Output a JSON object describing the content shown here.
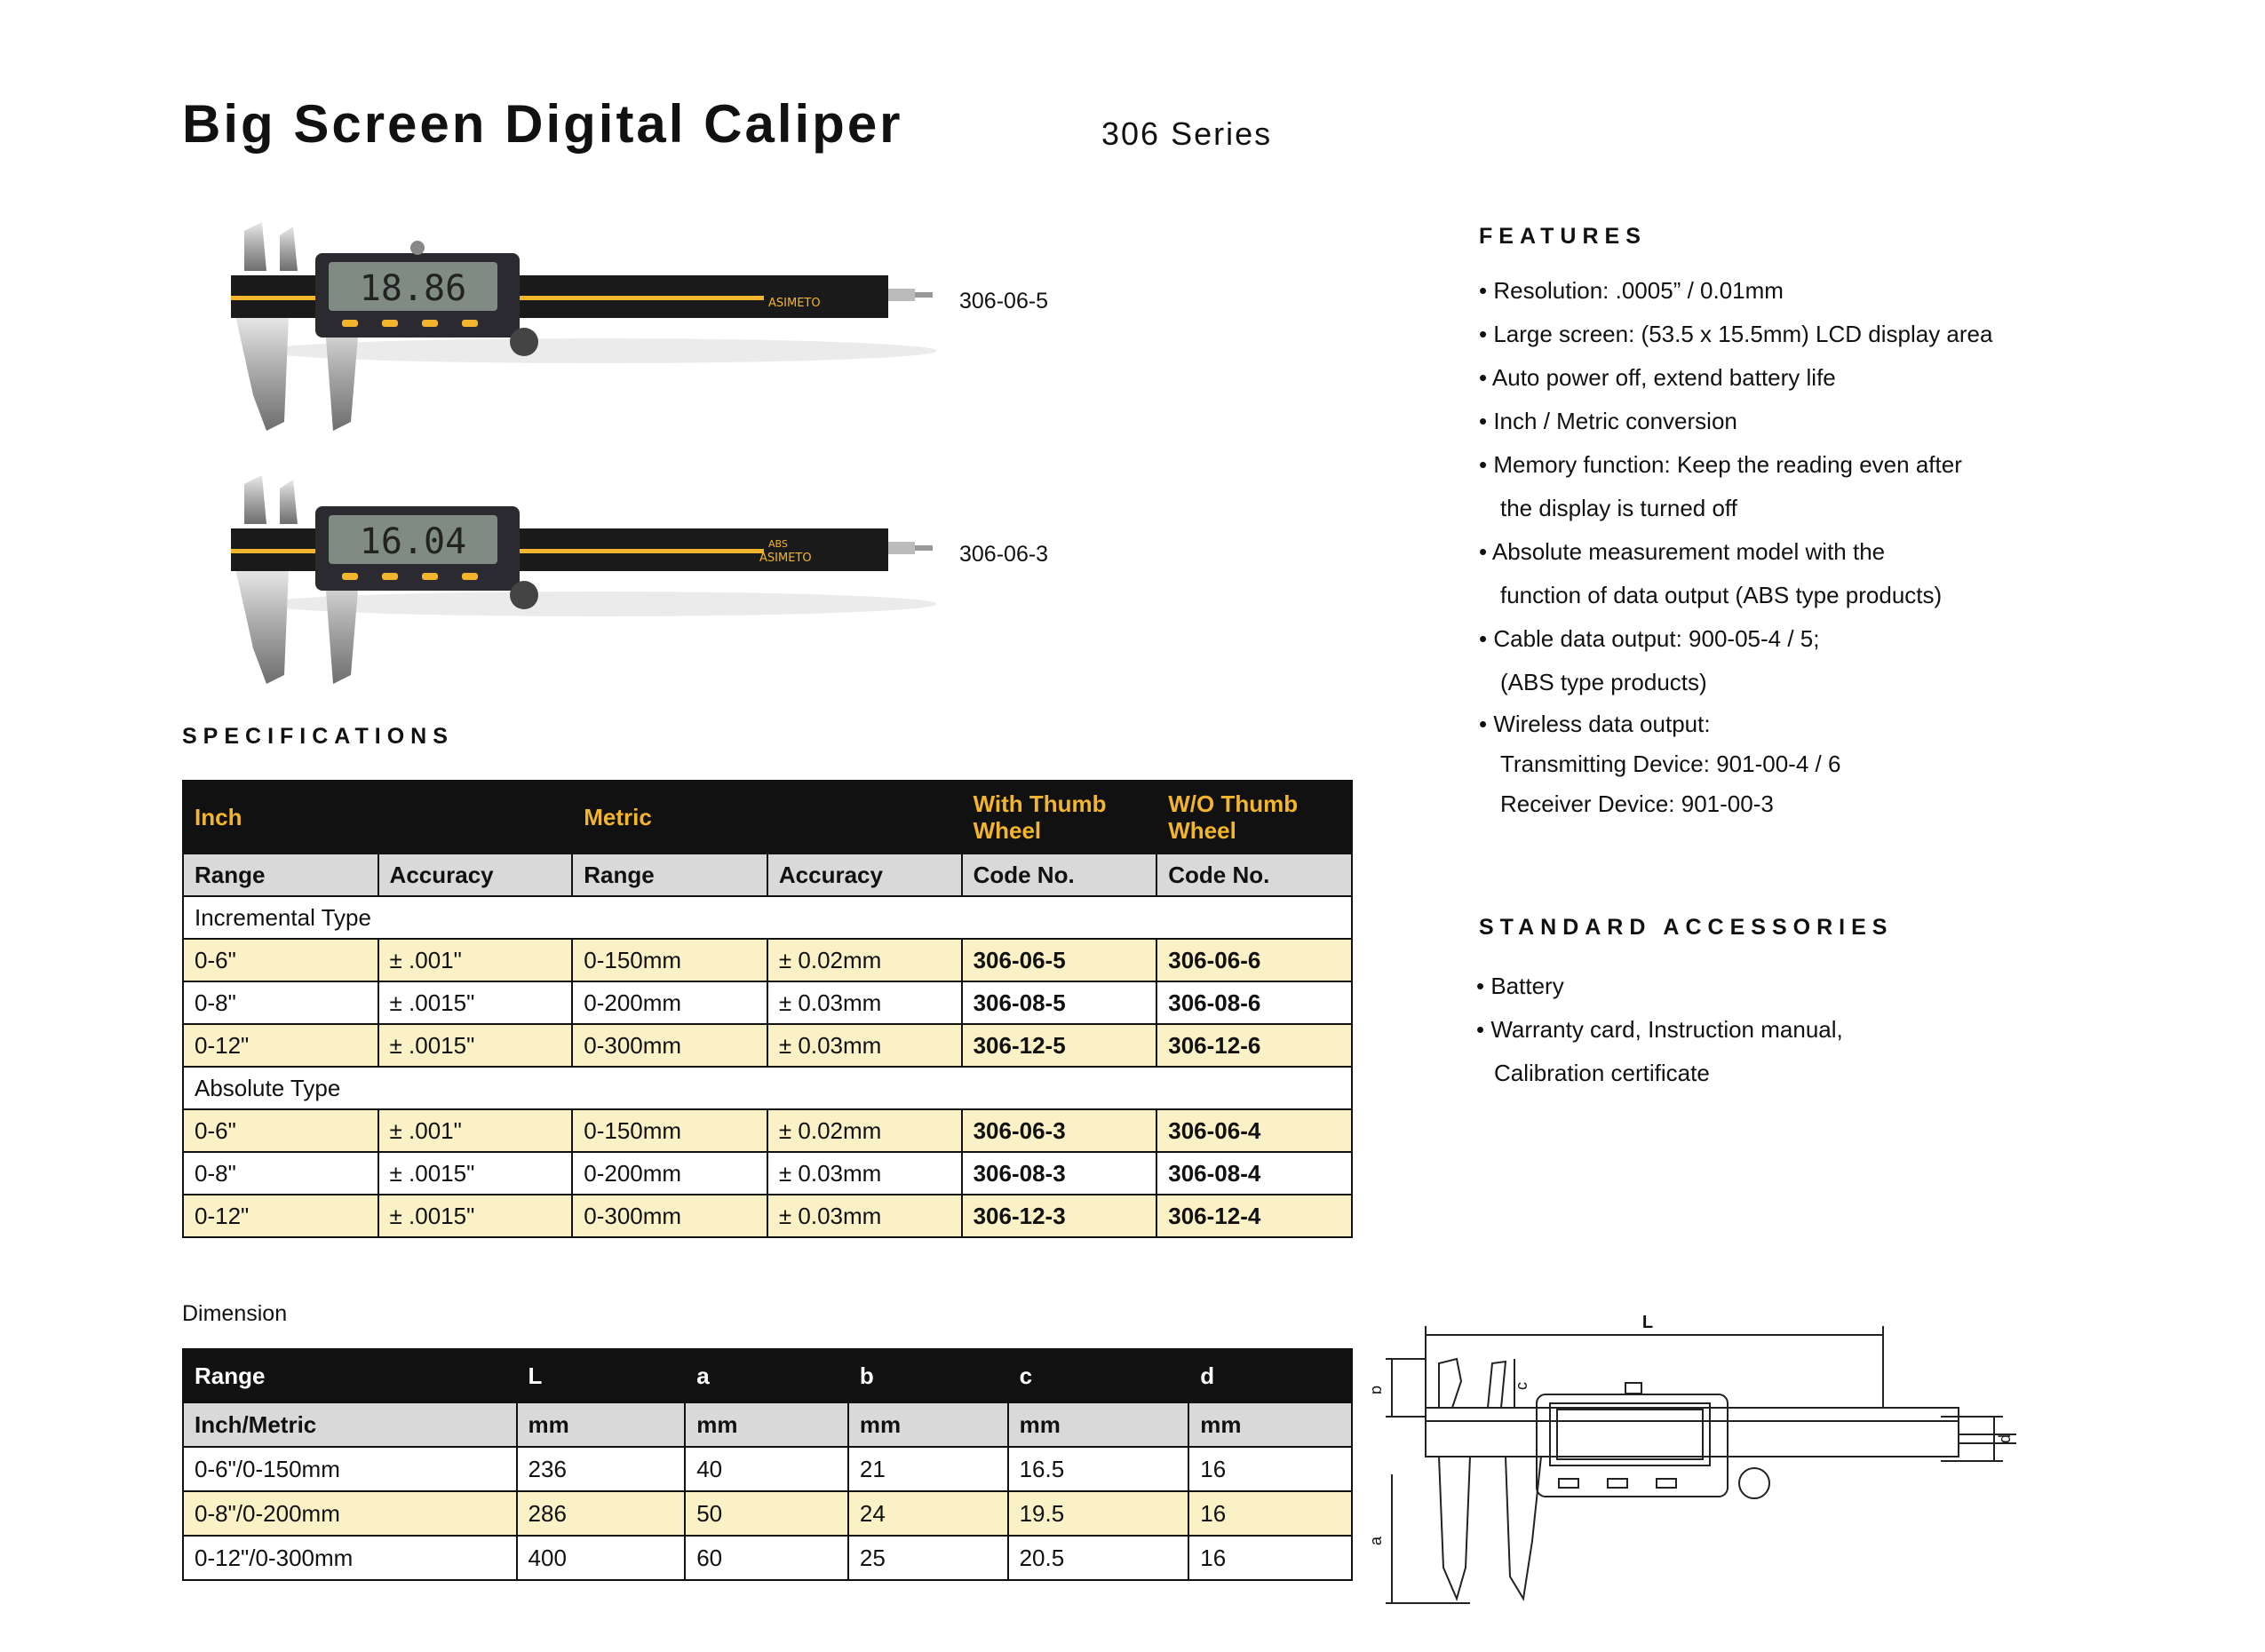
{
  "header": {
    "title": "Big Screen Digital Caliper",
    "series": "306 Series"
  },
  "product_images": [
    {
      "code": "306-06-5",
      "display_reading": "18.86",
      "brand": "ASIMETO"
    },
    {
      "code": "306-06-3",
      "display_reading": "16.04",
      "brand": "ASIMETO",
      "badge": "ABS"
    }
  ],
  "specifications": {
    "heading": "SPECIFICATIONS",
    "group_headers": [
      "Inch",
      "Metric",
      "With Thumb Wheel",
      "W/O Thumb Wheel"
    ],
    "columns": [
      "Range",
      "Accuracy",
      "Range",
      "Accuracy",
      "Code No.",
      "Code No."
    ],
    "groups": [
      {
        "name": "Incremental Type",
        "rows": [
          [
            "0-6\"",
            "± .001\"",
            "0-150mm",
            "± 0.02mm",
            "306-06-5",
            "306-06-6"
          ],
          [
            "0-8\"",
            "± .0015\"",
            "0-200mm",
            "± 0.03mm",
            "306-08-5",
            "306-08-6"
          ],
          [
            "0-12\"",
            "± .0015\"",
            "0-300mm",
            "± 0.03mm",
            "306-12-5",
            "306-12-6"
          ]
        ]
      },
      {
        "name": "Absolute Type",
        "rows": [
          [
            "0-6\"",
            "± .001\"",
            "0-150mm",
            "± 0.02mm",
            "306-06-3",
            "306-06-4"
          ],
          [
            "0-8\"",
            "± .0015\"",
            "0-200mm",
            "± 0.03mm",
            "306-08-3",
            "306-08-4"
          ],
          [
            "0-12\"",
            "± .0015\"",
            "0-300mm",
            "± 0.03mm",
            "306-12-3",
            "306-12-4"
          ]
        ]
      }
    ]
  },
  "dimension": {
    "label": "Dimension",
    "header": [
      "Range",
      "L",
      "a",
      "b",
      "c",
      "d"
    ],
    "units": [
      "Inch/Metric",
      "mm",
      "mm",
      "mm",
      "mm",
      "mm"
    ],
    "rows": [
      [
        "0-6\"/0-150mm",
        "236",
        "40",
        "21",
        "16.5",
        "16"
      ],
      [
        "0-8\"/0-200mm",
        "286",
        "50",
        "24",
        "19.5",
        "16"
      ],
      [
        "0-12\"/0-300mm",
        "400",
        "60",
        "25",
        "20.5",
        "16"
      ]
    ],
    "diagram_labels": {
      "L": "L",
      "a": "a",
      "b": "b",
      "c": "c",
      "d": "d"
    }
  },
  "features": {
    "heading": "FEATURES",
    "items": [
      {
        "text": "• Resolution: .0005” / 0.01mm",
        "cont": false
      },
      {
        "text": "• Large screen: (53.5 x 15.5mm) LCD display area",
        "cont": false
      },
      {
        "text": "• Auto power off, extend battery life",
        "cont": false
      },
      {
        "text": "• Inch / Metric conversion",
        "cont": false
      },
      {
        "text": "• Memory function: Keep the reading even after",
        "cont": false
      },
      {
        "text": "the display is turned off",
        "cont": true
      },
      {
        "text": "• Absolute measurement model with the",
        "cont": false
      },
      {
        "text": "function of data output (ABS type products)",
        "cont": true
      },
      {
        "text": "• Cable data output: 900-05-4 / 5;",
        "cont": false
      },
      {
        "text": "(ABS type products)",
        "cont": true
      },
      {
        "text": "• Wireless data output:",
        "cont": false
      },
      {
        "text": "Transmitting Device: 901-00-4 / 6",
        "cont": true
      },
      {
        "text": "Receiver Device: 901-00-3",
        "cont": true
      }
    ]
  },
  "accessories": {
    "heading": "STANDARD ACCESSORIES",
    "items": [
      {
        "text": "• Battery",
        "cont": false
      },
      {
        "text": "• Warranty card, Instruction manual,",
        "cont": false
      },
      {
        "text": "Calibration certificate",
        "cont": true
      }
    ]
  }
}
